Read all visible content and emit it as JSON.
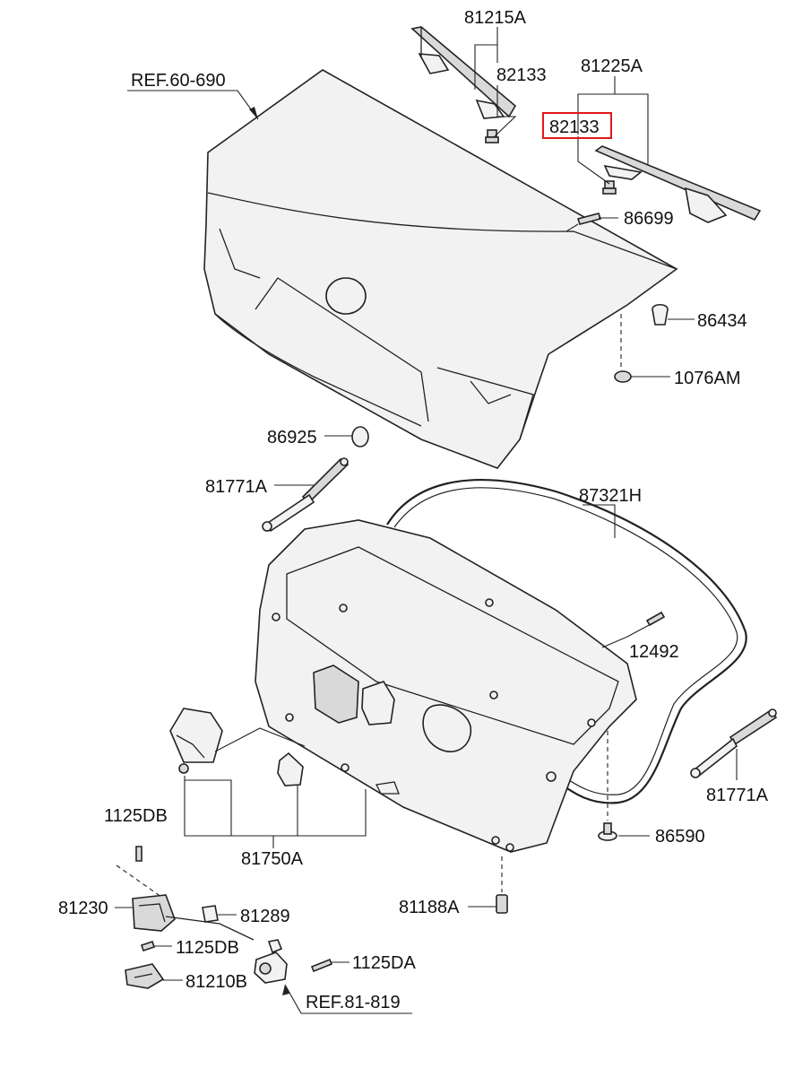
{
  "diagram": {
    "highlight_color": "#e01818",
    "labels": {
      "p81215A": "81215A",
      "p82133_left": "82133",
      "p81225A": "81225A",
      "p82133_highlighted": "82133",
      "ref_60_690": "REF.60-690",
      "p86699": "86699",
      "p86434": "86434",
      "p1076AM": "1076AM",
      "p86925": "86925",
      "p81771A_left": "81771A",
      "p87321H": "87321H",
      "p12492": "12492",
      "p81771A_right": "81771A",
      "p1125DB_top": "1125DB",
      "p81750A": "81750A",
      "p86590": "86590",
      "p81230": "81230",
      "p81289": "81289",
      "p81188A": "81188A",
      "p1125DB_bottom": "1125DB",
      "p1125DA": "1125DA",
      "p81210B": "81210B",
      "ref_81_819": "REF.81-819"
    }
  }
}
